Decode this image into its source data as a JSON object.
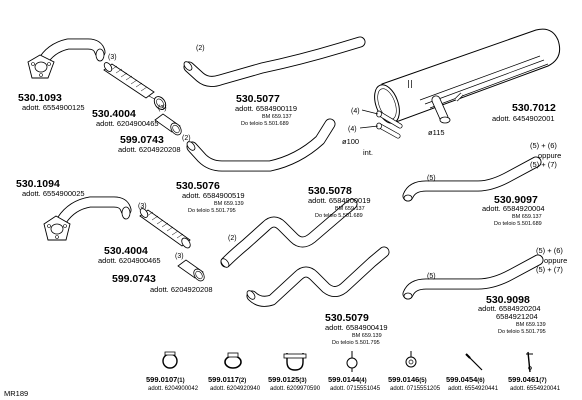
{
  "parts": {
    "p530_1093": {
      "number": "530.1093",
      "adott": "adott. 6554900125"
    },
    "p530_4004a": {
      "number": "530.4004",
      "adott": "adott. 6204900465",
      "qty": "(3)"
    },
    "p599_0743a": {
      "number": "599.0743",
      "adott": "adott. 6204920208",
      "qty": "(3)"
    },
    "p530_5077": {
      "number": "530.5077",
      "adott": "adott. 6584900119",
      "bm": "BM 659.137",
      "teljes": "Do teloio 5.501.689",
      "qty": "(2)"
    },
    "p530_7012": {
      "number": "530.7012",
      "adott": "adott. 6454902001"
    },
    "p530_5076": {
      "number": "530.5076",
      "adott": "adott. 6584900519",
      "bm": "BM 659.139",
      "teljes": "Do teloio 5.501.795",
      "qty": "(2)"
    },
    "p530_5078": {
      "number": "530.5078",
      "adott": "adott. 6584900019",
      "bm": "BM 659.137",
      "teljes": "Do teloio 5.501.689"
    },
    "p530_1094": {
      "number": "530.1094",
      "adott": "adott. 6554900025"
    },
    "p530_4004b": {
      "number": "530.4004",
      "adott": "adott. 6204900465",
      "qty": "(3)"
    },
    "p599_0743b": {
      "number": "599.0743",
      "adott": "adott. 6204920208",
      "qty": "(3)"
    },
    "p530_9097": {
      "number": "530.9097",
      "adott": "adott. 6584920004",
      "bm": "BM 659.137",
      "teljes": "Do teloio 5.501.689",
      "qty": "(5)"
    },
    "p530_5079": {
      "number": "530.5079",
      "adott": "adott. 6584900419",
      "bm": "BM 659.139",
      "teljes": "Do teloio 5.501.795",
      "qty": "(2)"
    },
    "p530_9098": {
      "number": "530.9098",
      "adott": "adott. 6584920204",
      "adott2": "6584921204",
      "bm": "BM 659.139",
      "teljes": "Do teloio 5.501.795",
      "qty": "(5)"
    }
  },
  "muffler_labels": {
    "q4a": "(4)",
    "q4b": "(4)",
    "d100": "ø100",
    "int": "int.",
    "d115": "ø115"
  },
  "options": {
    "top": {
      "line1": "(5) + (6)",
      "oppure": "oppure",
      "line2": "(5) + (7)"
    },
    "bottom": {
      "line1": "(5) + (6)",
      "oppure": "oppure",
      "line2": "(5) + (7)"
    }
  },
  "hardware": [
    {
      "number": "599.0107",
      "qty": "(1)",
      "adott": "adott. 6204900042",
      "icon": "clamp-ring-icon"
    },
    {
      "number": "599.0117",
      "qty": "(2)",
      "adott": "adott. 6204920940",
      "icon": "band-clamp-icon"
    },
    {
      "number": "599.0125",
      "qty": "(3)",
      "adott": "adott. 6209970590",
      "icon": "u-bolt-clamp-icon"
    },
    {
      "number": "599.0144",
      "qty": "(4)",
      "adott": "adott. 0715551045",
      "icon": "rubber-hanger-icon"
    },
    {
      "number": "599.0146",
      "qty": "(5)",
      "adott": "adott. 0715551205",
      "icon": "rubber-ring-icon"
    },
    {
      "number": "599.0454",
      "qty": "(6)",
      "adott": "adott. 6554920441",
      "icon": "hook-bracket-icon"
    },
    {
      "number": "599.0461",
      "qty": "(7)",
      "adott": "adott. 6554920041",
      "icon": "strap-bracket-icon"
    }
  ],
  "diagram_code": "MR189",
  "colors": {
    "line": "#000000",
    "background": "#ffffff"
  }
}
